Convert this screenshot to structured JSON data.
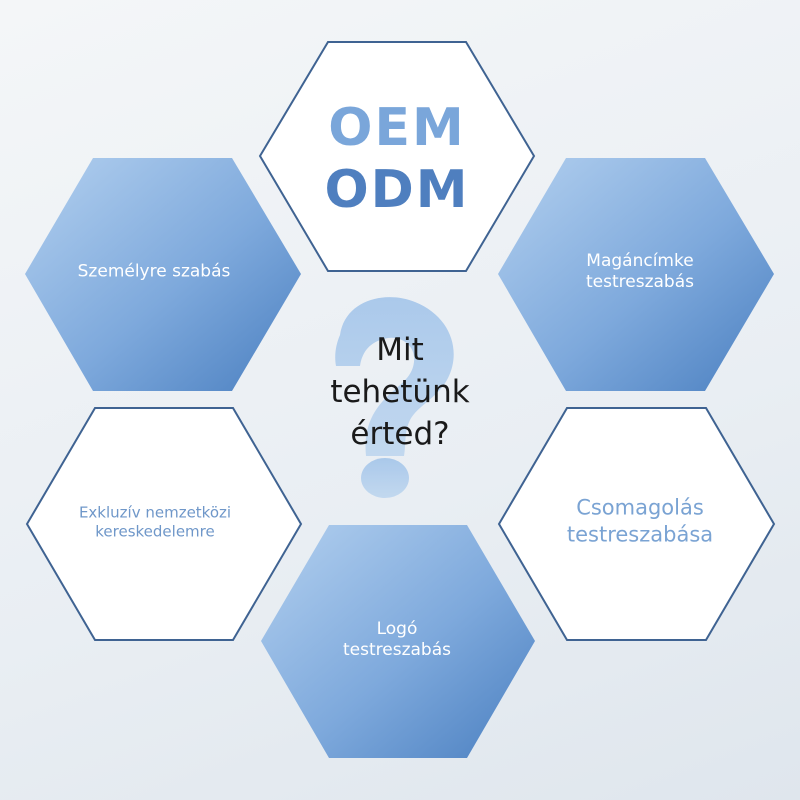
{
  "center": {
    "line1": "Mit",
    "line2": "tehetünk",
    "line3": "érted?"
  },
  "top": {
    "line1": "OEM",
    "line2": "ODM"
  },
  "hexagons": {
    "upper_left": {
      "text": "Személyre szabás"
    },
    "upper_right": {
      "line1": "Magáncímke",
      "line2": "testreszabás"
    },
    "lower_left": {
      "line1": "Exkluzív nemzetközi",
      "line2": "kereskedelemre"
    },
    "lower_right": {
      "line1": "Csomagolás",
      "line2": "testreszabása"
    },
    "bottom": {
      "line1": "Logó",
      "line2": "testreszabás"
    }
  },
  "colors": {
    "hex_outline": "#3f6392",
    "hex_fill_light": "#a9c8ea",
    "hex_fill_dark": "#4f84c4",
    "question_mark": "#b8d2ee"
  },
  "icons": {
    "background_symbol": "question-mark-icon"
  }
}
